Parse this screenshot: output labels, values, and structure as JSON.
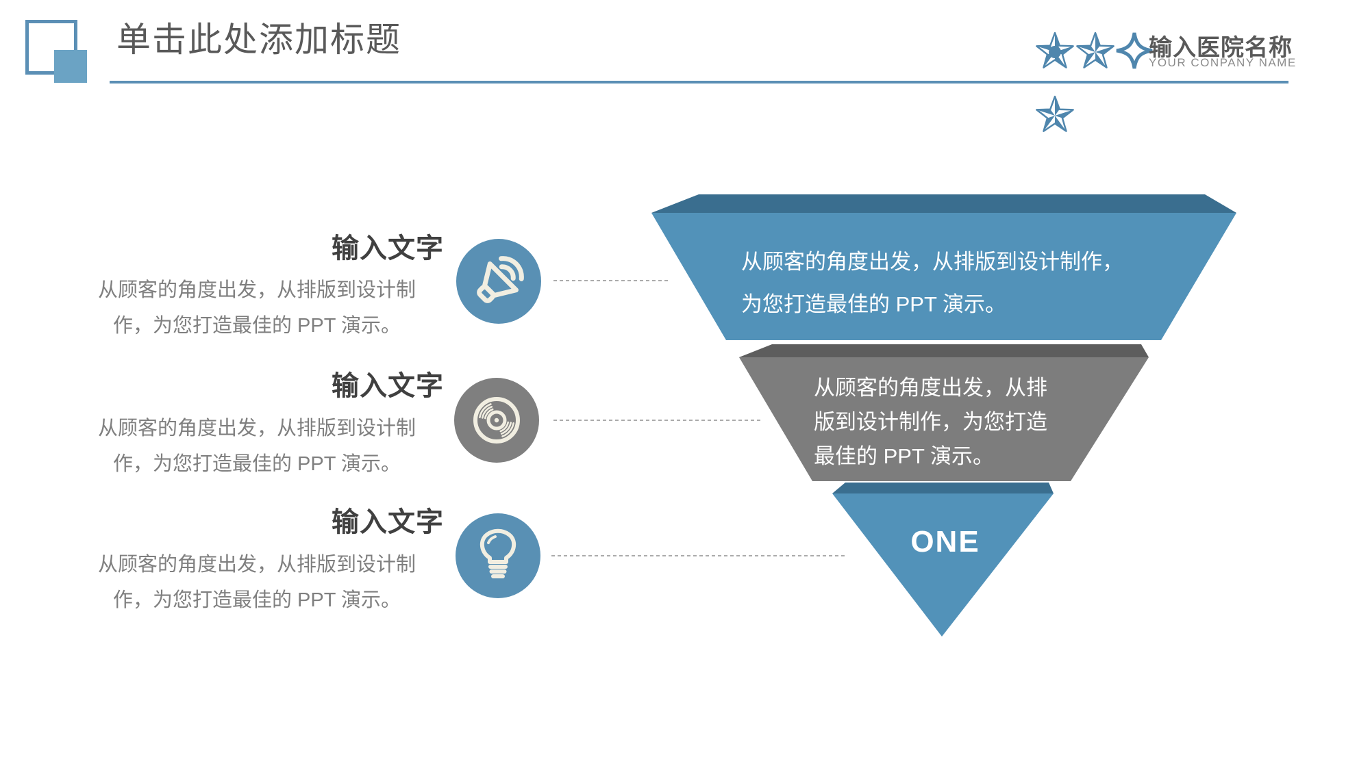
{
  "header": {
    "title": "单击此处添加标题",
    "logo": {
      "company_cn": "输入医院名称",
      "company_en": "YOUR CONPANY NAME"
    }
  },
  "items": [
    {
      "heading": "输入文字",
      "body_line1": "从顾客的角度出发，从排版到设计制",
      "body_line2": "作，为您打造最佳的 PPT 演示。",
      "icon": "speaker-icon"
    },
    {
      "heading": "输入文字",
      "body_line1": "从顾客的角度出发，从排版到设计制",
      "body_line2": "作，为您打造最佳的 PPT 演示。",
      "icon": "cd-disc-icon"
    },
    {
      "heading": "输入文字",
      "body_line1": "从顾客的角度出发，从排版到设计制",
      "body_line2": "作，为您打造最佳的 PPT 演示。",
      "icon": "lightbulb-icon"
    }
  ],
  "funnel": {
    "level1": {
      "line1": "从顾客的角度出发，从排版到设计制作，",
      "line2": "为您打造最佳的 PPT 演示。"
    },
    "level2": {
      "line1": "从顾客的角度出发，从排",
      "line2": "版到设计制作，为您打造",
      "line3": "最佳的 PPT 演示。"
    },
    "level3": {
      "label": "ONE"
    }
  },
  "colors": {
    "funnel_blue": "#5292b9",
    "funnel_blue_dark": "#3a6e8f",
    "funnel_gray": "#7d7d7d",
    "funnel_gray_dark": "#5d5d5d",
    "icon_circle_blue": "#5990b4",
    "icon_circle_gray": "#7f7f7f",
    "icon_glyph_cream": "#f1eee1",
    "logo_blue": "#4f86ad",
    "underline_blue": "#5b8fb5",
    "title_gray": "#595959",
    "heading_dark": "#404040",
    "body_gray": "#7f7f7f",
    "dashed_line_gray": "#ababab"
  }
}
